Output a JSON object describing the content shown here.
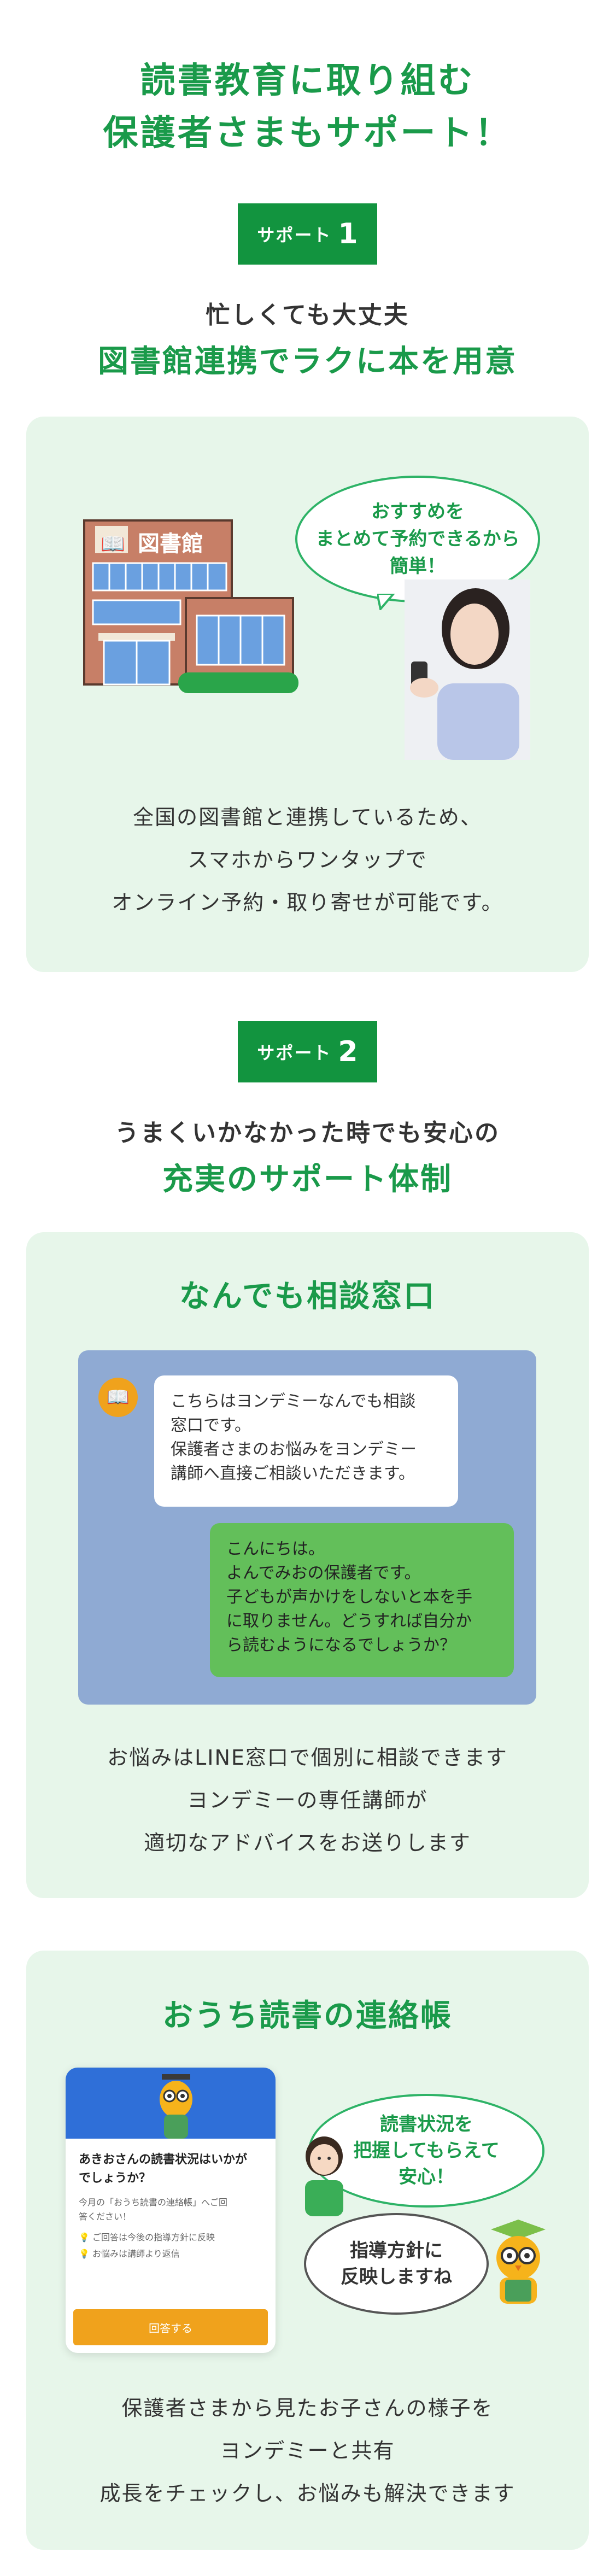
{
  "header": {
    "line1": "読書教育に取り組む",
    "line2": "保護者さまもサポート！"
  },
  "support1": {
    "badge_label": "サポート",
    "badge_num": "1",
    "sub1": "忙しくても大丈夫",
    "sub2": "図書館連携でラクに本を用意",
    "library_sign": "図書館",
    "bubble_l1": "おすすめを",
    "bubble_l2": "まとめて予約できるから",
    "bubble_l3": "簡単！",
    "desc_l1": "全国の図書館と連携しているため、",
    "desc_l2": "スマホからワンタップで",
    "desc_l3": "オンライン予約・取り寄せが可能です。"
  },
  "support2": {
    "badge_label": "サポート",
    "badge_num": "2",
    "sub1": "うまくいかなかった時でも安心の",
    "sub2": "充実のサポート体制"
  },
  "consult": {
    "title": "なんでも相談窓口",
    "msg1_l1": "こちらはヨンデミーなんでも相談",
    "msg1_l2": "窓口です。",
    "msg1_l3": "保護者さまのお悩みをヨンデミー",
    "msg1_l4": "講師へ直接ご相談いただきます。",
    "msg2_l1": "こんにちは。",
    "msg2_l2": "よんでみおの保護者です。",
    "msg2_l3": "子どもが声かけをしないと本を手",
    "msg2_l4": "に取りません。どうすれば自分か",
    "msg2_l5": "ら読むようになるでしょうか？",
    "desc_l1": "お悩みはLINE窓口で個別に相談できます",
    "desc_l2": "ヨンデミーの専任講師が",
    "desc_l3": "適切なアドバイスをお送りします"
  },
  "notebook": {
    "title": "おうち読書の連絡帳",
    "phone_q_l1": "あきおさんの読書状況はいかが",
    "phone_q_l2": "でしょうか？",
    "phone_note_l1": "今月の「おうち読書の連絡帳」へご回",
    "phone_note_l2": "答ください！",
    "phone_item1": "ご回答は今後の指導方針に反映",
    "phone_item2": "お悩みは講師より返信",
    "phone_button": "回答する",
    "bubble1_l1": "読書状況を",
    "bubble1_l2": "把握してもらえて",
    "bubble1_l3": "安心！",
    "bubble2_l1": "指導方針に",
    "bubble2_l2": "反映しますね",
    "desc_l1": "保護者さまから見たお子さんの様子を",
    "desc_l2": "ヨンデミーと共有",
    "desc_l3": "成長をチェックし、お悩みも解決できます"
  },
  "colors": {
    "brand_green": "#1a9a4a",
    "card_bg": "#e7f6ea",
    "chat_bg": "#8faad3",
    "chat_green": "#63bf5a",
    "button_orange": "#f0a21c"
  }
}
